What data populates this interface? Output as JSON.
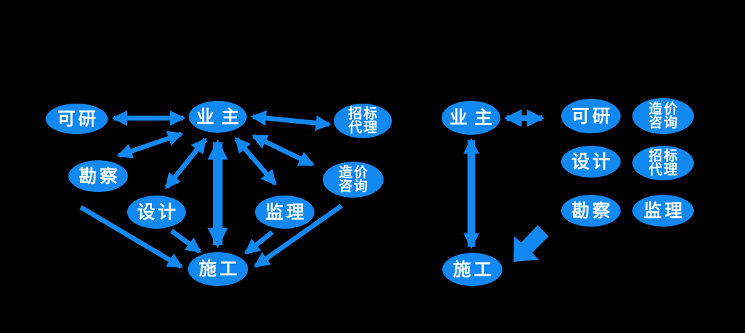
{
  "colors": {
    "background": "#000000",
    "node_fill": "#1188F2",
    "arrow": "#1188F2",
    "label_text": "#FFFFFF"
  },
  "left_diagram": {
    "nodes": {
      "keyan": "可研",
      "yezhu": "业主",
      "zhaobiao_daili": "招标\n代理",
      "kancha": "勘察",
      "zaojia_zixun": "造价\n咨询",
      "sheji": "设计",
      "jianli": "监理",
      "shigong": "施工"
    },
    "relations": [
      {
        "from": "可研",
        "to": "业主",
        "type": "bidirectional"
      },
      {
        "from": "业主",
        "to": "招标代理",
        "type": "bidirectional"
      },
      {
        "from": "业主",
        "to": "勘察",
        "type": "bidirectional"
      },
      {
        "from": "业主",
        "to": "设计",
        "type": "bidirectional"
      },
      {
        "from": "业主",
        "to": "监理",
        "type": "bidirectional"
      },
      {
        "from": "业主",
        "to": "造价咨询",
        "type": "bidirectional"
      },
      {
        "from": "业主",
        "to": "施工",
        "type": "bidirectional-thick"
      },
      {
        "from": "勘察",
        "to": "施工",
        "type": "directed"
      },
      {
        "from": "设计",
        "to": "施工",
        "type": "directed"
      },
      {
        "from": "监理",
        "to": "施工",
        "type": "directed"
      },
      {
        "from": "造价咨询",
        "to": "施工",
        "type": "directed"
      }
    ]
  },
  "right_diagram": {
    "nodes": {
      "yezhu": "业主",
      "keyan": "可研",
      "zaojia_zixun": "造价\n咨询",
      "sheji": "设计",
      "zhaobiao_daili": "招标\n代理",
      "kancha": "勘察",
      "jianli": "监理",
      "shigong": "施工"
    },
    "group_nodes": [
      "可研",
      "造价咨询",
      "设计",
      "招标代理",
      "勘察",
      "监理"
    ],
    "relations": [
      {
        "from": "业主",
        "to": "group",
        "type": "bidirectional"
      },
      {
        "from": "业主",
        "to": "施工",
        "type": "bidirectional-thick"
      },
      {
        "from": "group",
        "to": "施工",
        "type": "block-arrow"
      }
    ]
  }
}
